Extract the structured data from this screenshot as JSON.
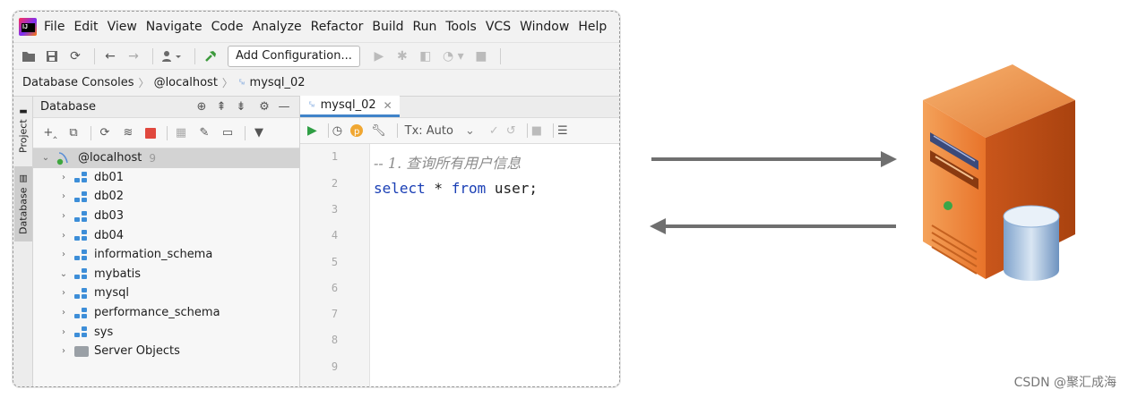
{
  "menubar": {
    "items": [
      "File",
      "Edit",
      "View",
      "Navigate",
      "Code",
      "Analyze",
      "Refactor",
      "Build",
      "Run",
      "Tools",
      "VCS",
      "Window",
      "Help"
    ]
  },
  "toolbar": {
    "add_configuration_label": "Add Configuration..."
  },
  "breadcrumb": {
    "items": [
      "Database Consoles",
      "@localhost",
      "mysql_02"
    ]
  },
  "side_stripe": {
    "project_label": "Project",
    "database_label": "Database"
  },
  "db_panel": {
    "title": "Database",
    "root": {
      "name": "@localhost",
      "count": "9"
    },
    "items": [
      {
        "name": "db01",
        "type": "schema"
      },
      {
        "name": "db02",
        "type": "schema"
      },
      {
        "name": "db03",
        "type": "schema"
      },
      {
        "name": "db04",
        "type": "schema"
      },
      {
        "name": "information_schema",
        "type": "schema"
      },
      {
        "name": "mybatis",
        "type": "schema",
        "expanded": true
      },
      {
        "name": "mysql",
        "type": "schema"
      },
      {
        "name": "performance_schema",
        "type": "schema"
      },
      {
        "name": "sys",
        "type": "schema"
      },
      {
        "name": "Server Objects",
        "type": "folder"
      }
    ]
  },
  "editor": {
    "tab_label": "mysql_02",
    "tx_label": "Tx: Auto",
    "line_numbers": [
      "1",
      "2",
      "3",
      "4",
      "5",
      "6",
      "7",
      "8",
      "9"
    ],
    "code": {
      "comment": "-- 1. 查询所有用户信息",
      "kw_select": "select",
      "star": " * ",
      "kw_from": "from",
      "table": " user;"
    }
  },
  "watermark": "CSDN @聚汇成海",
  "colors": {
    "accent": "#4083c9",
    "keyword": "#1a3fb5",
    "comment": "#8c8c8c",
    "run_green": "#2f9e44",
    "server_orange": "#e8732a",
    "arrow_gray": "#6f6f6f"
  }
}
